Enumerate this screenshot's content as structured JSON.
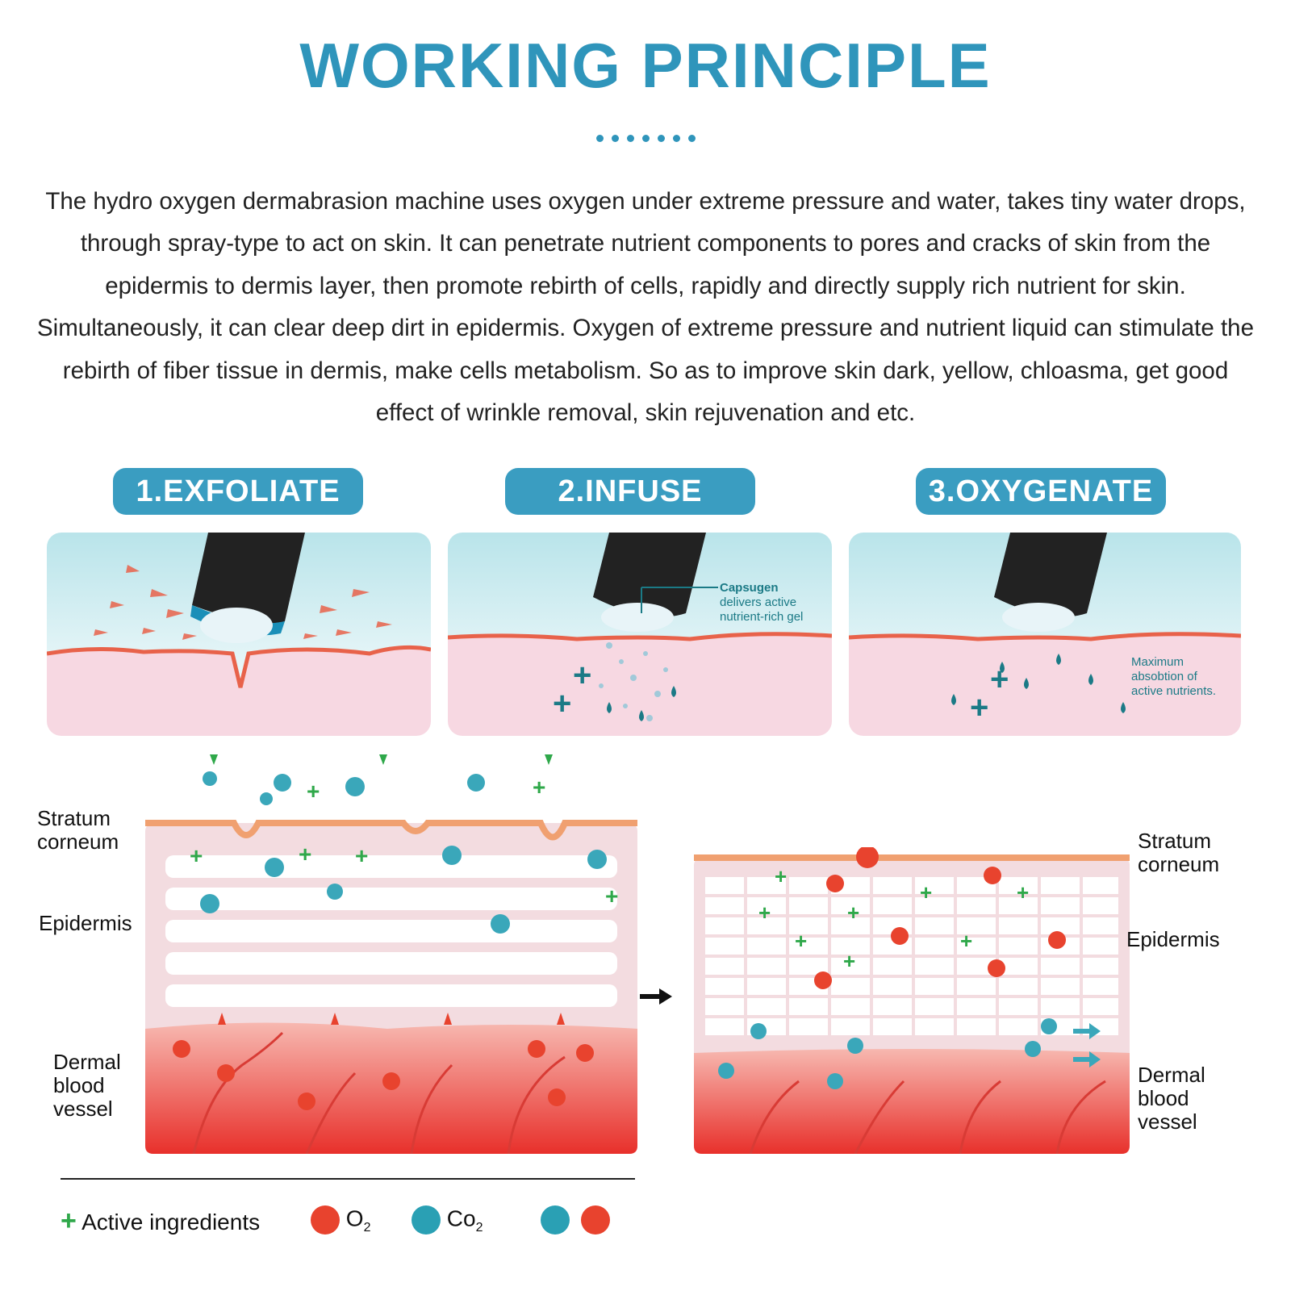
{
  "title": "WORKING PRINCIPLE",
  "description": "The hydro oxygen dermabrasion machine uses oxygen under extreme pressure and water, takes tiny water drops, through spray-type to act on skin. It can penetrate nutrient components to pores and cracks of skin from the epidermis to dermis layer, then promote rebirth of cells, rapidly and directly supply rich nutrient for skin. Simultaneously, it can clear deep dirt in epidermis. Oxygen of extreme pressure and nutrient liquid can stimulate the rebirth of fiber tissue in dermis, make cells metabolism. So as to improve skin dark, yellow, chloasma, get good effect of wrinkle removal, skin rejuvenation and etc.",
  "steps": [
    {
      "label": "1.EXFOLIATE"
    },
    {
      "label": "2.INFUSE"
    },
    {
      "label": "3.OXYGENATE"
    }
  ],
  "panel2": {
    "callout_title": "Capsugen",
    "callout_line1": "delivers active",
    "callout_line2": "nutrient-rich gel"
  },
  "panel3": {
    "note_line1": "Maximum",
    "note_line2": "absobtion of",
    "note_line3": "active nutrients."
  },
  "left_diagram": {
    "stratum_line1": "Stratum",
    "stratum_line2": "corneum",
    "epidermis": "Epidermis",
    "dermal_line1": "Dermal",
    "dermal_line2": "blood",
    "dermal_line3": "vessel"
  },
  "right_diagram": {
    "stratum_line1": "Stratum",
    "stratum_line2": "corneum",
    "epidermis": "Epidermis",
    "dermal_line1": "Dermal",
    "dermal_line2": "blood",
    "dermal_line3": "vessel"
  },
  "legend": {
    "active": "Active ingredients",
    "o2": "O",
    "o2_sub": "2",
    "co2": "Co",
    "co2_sub": "2"
  },
  "colors": {
    "accent": "#2f95bb",
    "pill": "#3a9dc1",
    "skin_pink": "#f7d8e2",
    "skin_line": "#e8624a",
    "dermis_red": "#e8534a",
    "green": "#2fa84a",
    "o2_red": "#e8432e",
    "co2_teal": "#2aa0b4"
  }
}
